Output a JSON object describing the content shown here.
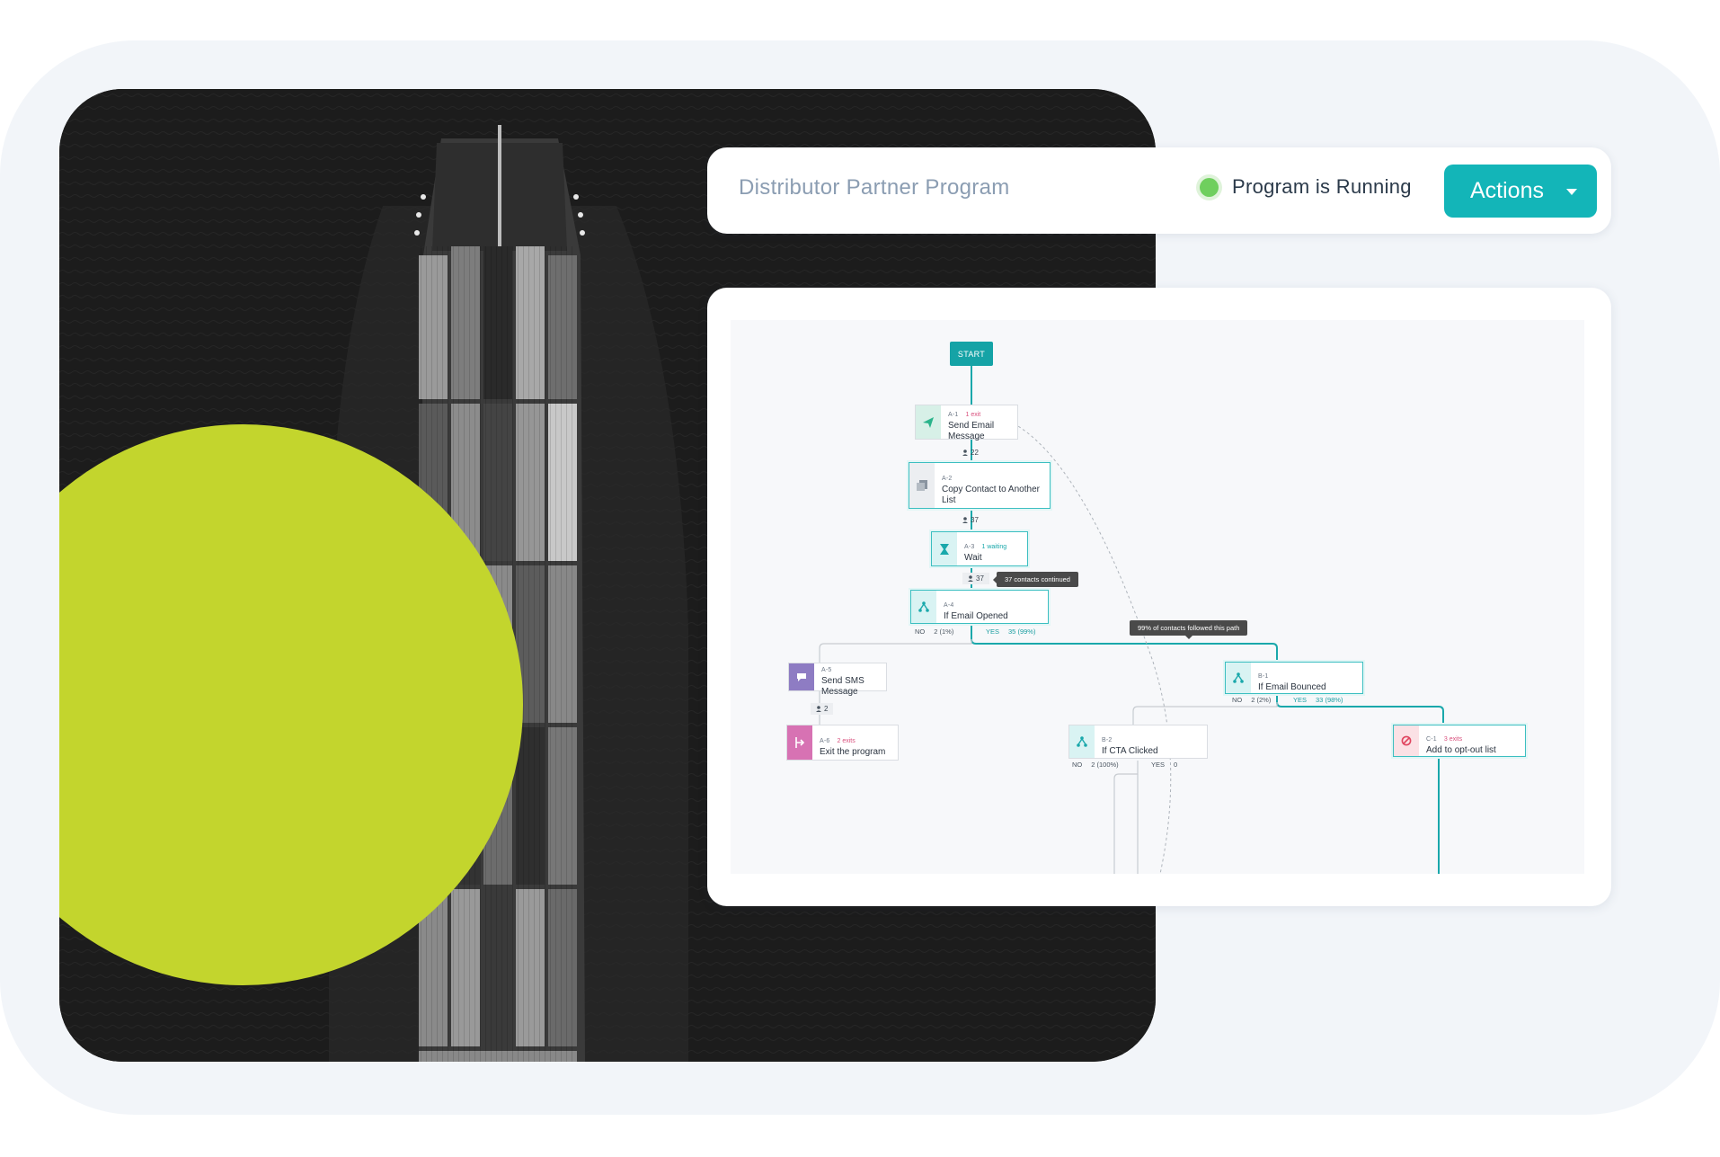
{
  "header": {
    "program_title": "Distributor Partner Program",
    "status_text": "Program is Running",
    "status_color": "#6fcf5e",
    "actions_label": "Actions",
    "actions_icon": "chevron-down-icon",
    "accent_color": "#13b5b8"
  },
  "flow": {
    "start_label": "START",
    "nodes": {
      "a1": {
        "id": "A-1",
        "badge": "1 exit",
        "label": "Send Email Message",
        "icon": "send-icon"
      },
      "a2": {
        "id": "A-2",
        "label": "Copy Contact to Another List",
        "icon": "copy-list-icon"
      },
      "a3": {
        "id": "A-3",
        "badge": "1 waiting",
        "label": "Wait",
        "icon": "hourglass-icon"
      },
      "a4": {
        "id": "A-4",
        "label": "If Email Opened",
        "icon": "branch-icon"
      },
      "a5": {
        "id": "A-5",
        "label": "Send SMS Message",
        "icon": "sms-icon"
      },
      "a6": {
        "id": "A-6",
        "badge": "2 exits",
        "label": "Exit the program",
        "icon": "exit-icon"
      },
      "b1": {
        "id": "B-1",
        "label": "If Email Bounced",
        "icon": "branch-icon"
      },
      "b2": {
        "id": "B-2",
        "label": "If CTA Clicked",
        "icon": "branch-icon"
      },
      "c1": {
        "id": "C-1",
        "badge": "3 exits",
        "label": "Add to opt-out list",
        "icon": "block-icon"
      }
    },
    "counts": {
      "after_a1": "22",
      "after_a2": "37",
      "after_a3": "37",
      "after_a5": "2"
    },
    "tooltips": {
      "continued": "37 contacts continued",
      "path": "99% of contacts followed this path"
    },
    "branches": {
      "a4_no": "NO",
      "a4_no_count": "2 (1%)",
      "a4_yes": "YES",
      "a4_yes_count": "35 (99%)",
      "b1_no": "NO",
      "b1_no_count": "2 (2%)",
      "b1_yes": "YES",
      "b1_yes_count": "33 (98%)",
      "b2_no": "NO",
      "b2_no_count": "2 (100%)",
      "b2_yes": "YES",
      "b2_yes_count": "0"
    }
  }
}
